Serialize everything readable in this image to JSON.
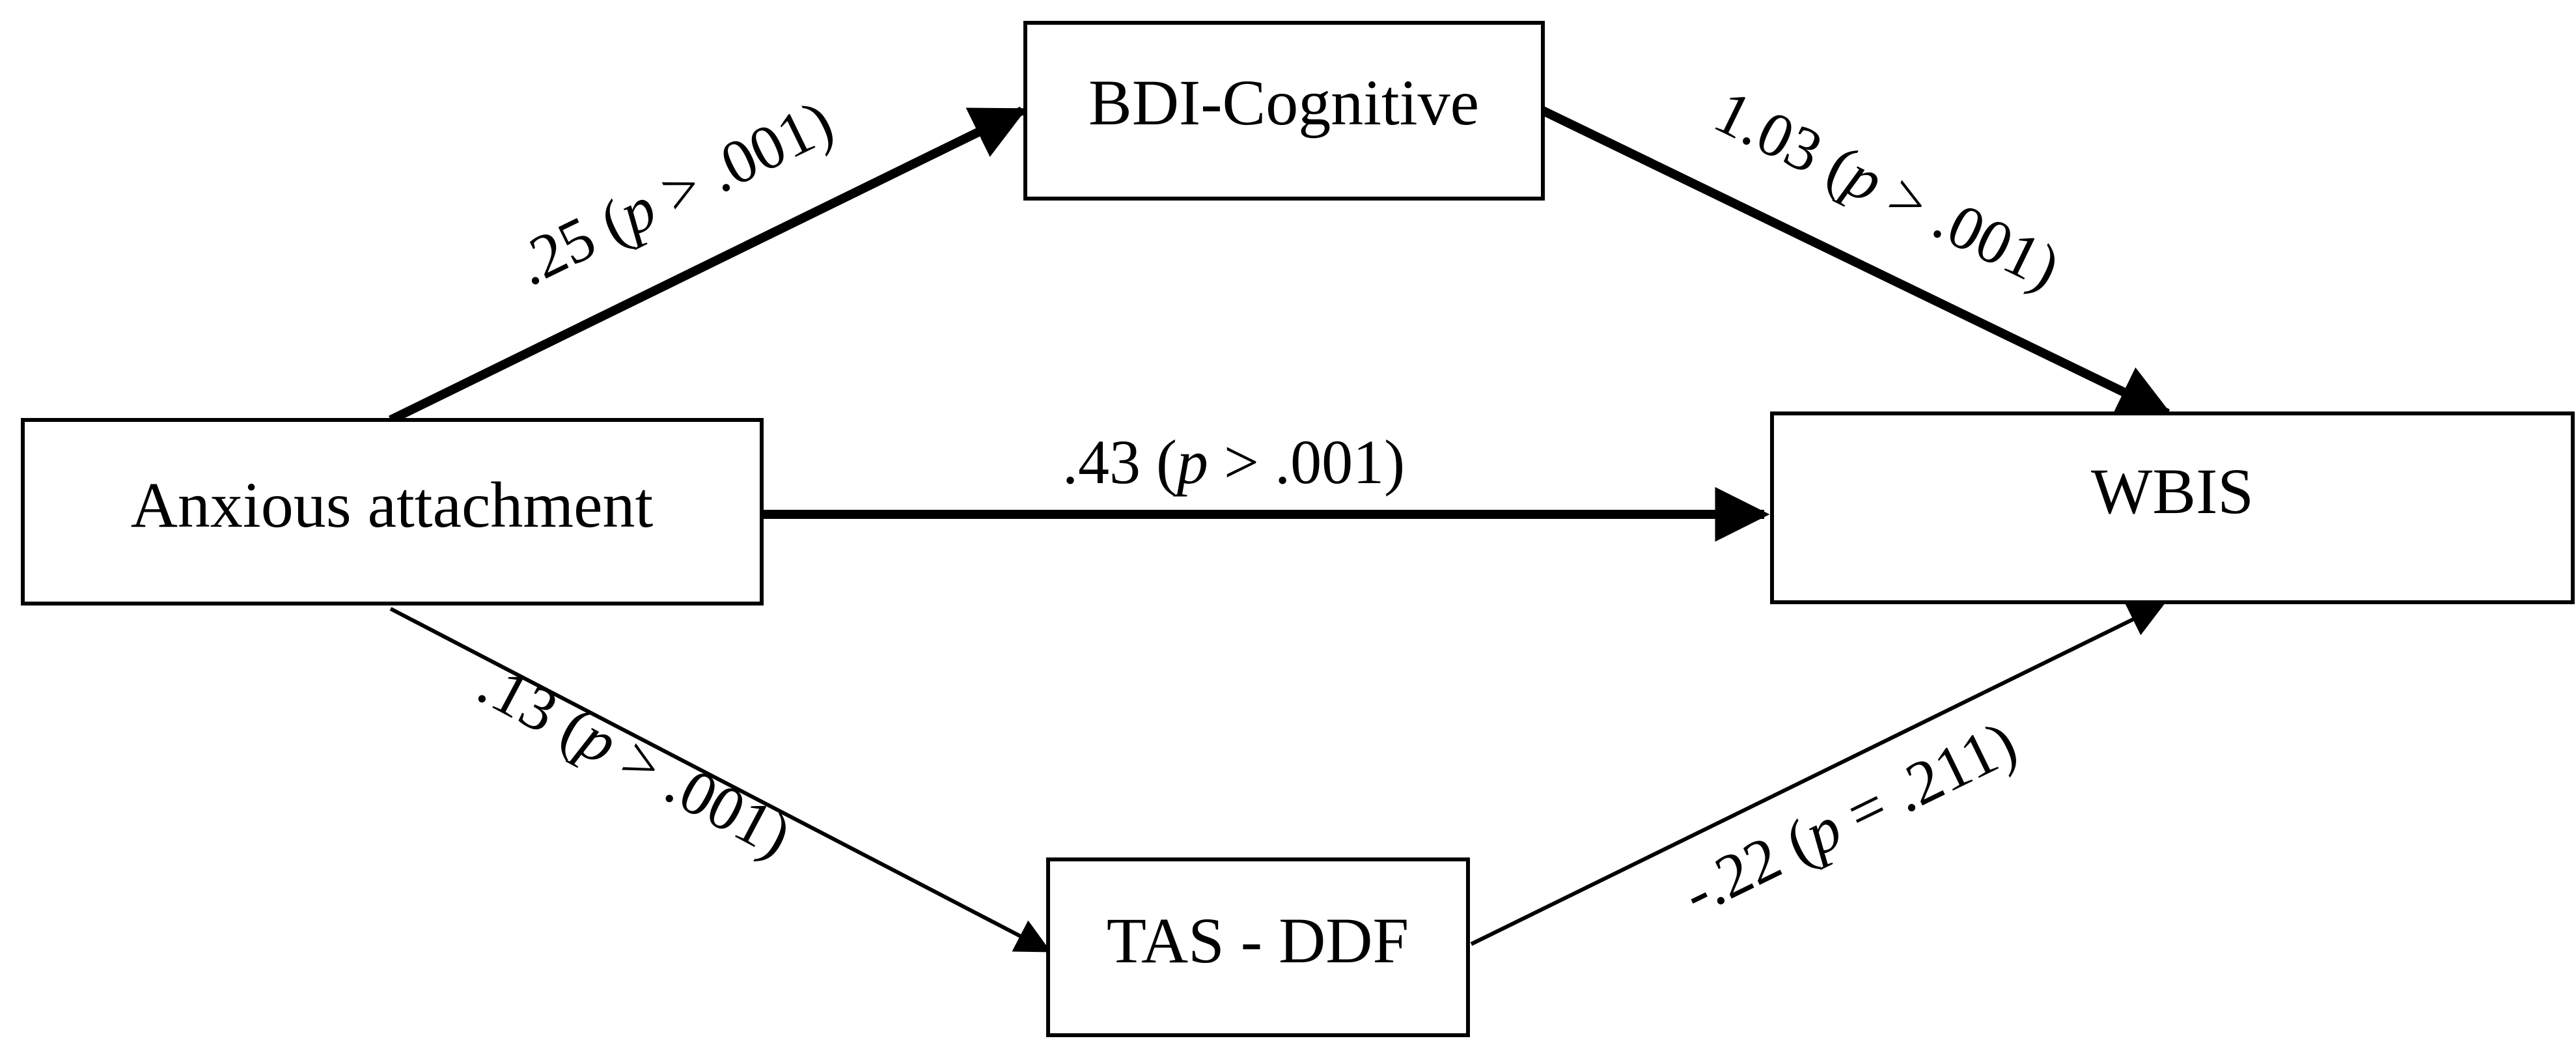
{
  "nodes": {
    "anxious": {
      "label": "Anxious attachment"
    },
    "bdi": {
      "label": "BDI-Cognitive"
    },
    "tas": {
      "label": "TAS - DDF"
    },
    "wbis": {
      "label": "WBIS"
    }
  },
  "edges": {
    "anxious_bdi": {
      "coef": ".25",
      "p_symbol": "p",
      "p_rel": ">",
      "p_value": ".001"
    },
    "bdi_wbis": {
      "coef": "1.03",
      "p_symbol": "p",
      "p_rel": ">",
      "p_value": ".001"
    },
    "anxious_wbis": {
      "coef": ".43",
      "p_symbol": "p",
      "p_rel": ">",
      "p_value": ".001"
    },
    "anxious_tas": {
      "coef": ".13",
      "p_symbol": "p",
      "p_rel": ">",
      "p_value": ".001"
    },
    "tas_wbis": {
      "coef": "-.22",
      "p_symbol": "p",
      "p_rel": "=",
      "p_value": ".211"
    }
  },
  "colors": {
    "stroke": "#000000",
    "background": "#ffffff"
  }
}
